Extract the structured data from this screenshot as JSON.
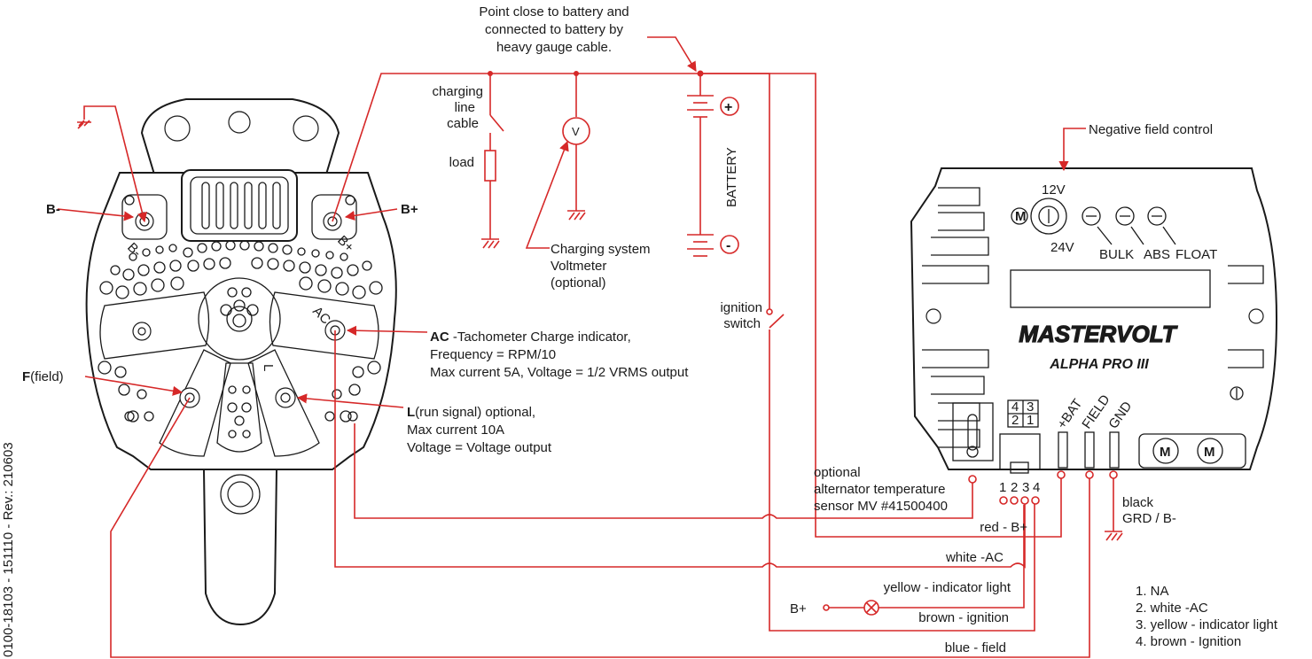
{
  "colors": {
    "wire": "#d62828",
    "outline": "#1a1a1a",
    "background": "#ffffff"
  },
  "annotations": {
    "battery_point": [
      "Point close to battery and",
      "connected to battery by",
      "heavy gauge cable."
    ],
    "charging_line": [
      "charging",
      "line",
      "cable"
    ],
    "load": "load",
    "voltmeter_symbol": "V",
    "voltmeter": [
      "Charging system",
      "Voltmeter",
      "(optional)"
    ],
    "battery": "BATTERY",
    "battery_plus": "+",
    "battery_minus": "-",
    "ignition": [
      "ignition",
      "switch"
    ],
    "negative_field": "Negative field control",
    "b_minus": "B-",
    "b_plus": "B+",
    "field_bold": "F",
    "field_rest": "(field)",
    "ac_bold": "AC",
    "ac_rest": " -Tachometer Charge indicator,",
    "ac_line2": "Frequency = RPM/10",
    "ac_line3": "Max current 5A, Voltage = 1/2 VRMS output",
    "l_bold": "L",
    "l_rest": "(run signal) optional,",
    "l_line2": "Max current 10A",
    "l_line3": "Voltage = Voltage output",
    "temp_sensor": [
      "optional",
      "alternator temperature",
      "sensor MV #41500400"
    ],
    "black_gnd": [
      "black",
      "GRD / B-"
    ],
    "red_bplus": "red - B+",
    "white_ac": "white -AC",
    "yellow_light": "yellow - indicator light",
    "brown_ign": "brown - ignition",
    "blue_field": "blue - field",
    "bplus_source": "B+",
    "revision": "0100-18103  -  151110 - Rev.: 210603"
  },
  "alternator": {
    "term_b_minus": "B-",
    "term_b_plus": "B+",
    "term_ac": "AC",
    "term_l": "L"
  },
  "controller": {
    "brand": "MASTERVOLT",
    "model": "ALPHA PRO III",
    "v12": "12V",
    "v24": "24V",
    "bulk": "BULK",
    "abs": "ABS",
    "float": "FLOAT",
    "bat": "+BAT",
    "field": "FIELD",
    "gnd": "GND",
    "logo_letter": "M",
    "pins": [
      "4",
      "3",
      "2",
      "1"
    ],
    "connector_numbers": [
      "1",
      "2",
      "3",
      "4"
    ]
  },
  "legend": [
    "1.  NA",
    "2.  white -AC",
    "3.  yellow - indicator light",
    "4.  brown - Ignition"
  ]
}
